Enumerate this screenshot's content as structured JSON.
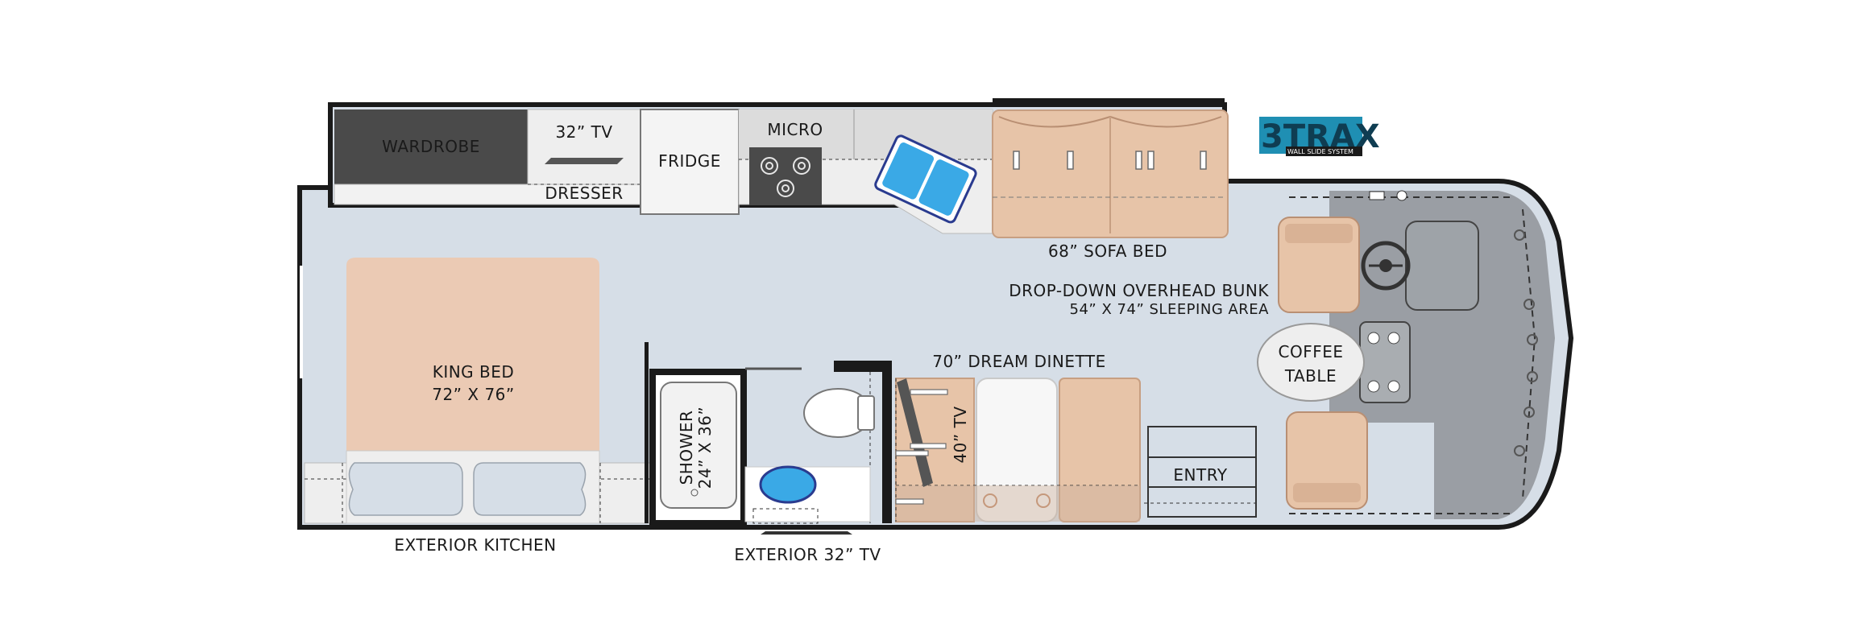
{
  "labels": {
    "wardrobe": "WARDROBE",
    "tv32": "32” TV",
    "dresser": "DRESSER",
    "fridge": "FRIDGE",
    "micro": "MICRO",
    "sofa_bed": "68” SOFA BED",
    "bunk_line1": "DROP-DOWN OVERHEAD BUNK",
    "bunk_line2": "54” X 74” SLEEPING AREA",
    "coffee_table_line1": "COFFEE",
    "coffee_table_line2": "TABLE",
    "dinette": "70” DREAM DINETTE",
    "tv40": "40” TV",
    "entry": "ENTRY",
    "king_bed_line1": "KING BED",
    "king_bed_line2": "72” X 76”",
    "shower_line1": "SHOWER",
    "shower_line2": "24” X 36”",
    "exterior_kitchen": "EXTERIOR KITCHEN",
    "exterior_tv": "EXTERIOR 32” TV"
  },
  "logo": {
    "big_text": "3TRAX",
    "sub_text": "WALL SLIDE SYSTEM"
  },
  "colors": {
    "floor": "#d6dee7",
    "wall": "#1a1a1a",
    "dark_cabinet": "#4a4a4a",
    "counter": "#eeeeee",
    "bed": "#ebcab4",
    "sofa": "#e7c4a8",
    "water": "#3aa9e6",
    "cab_gray": "#8f9398",
    "logo_teal": "#1f8fb3"
  }
}
